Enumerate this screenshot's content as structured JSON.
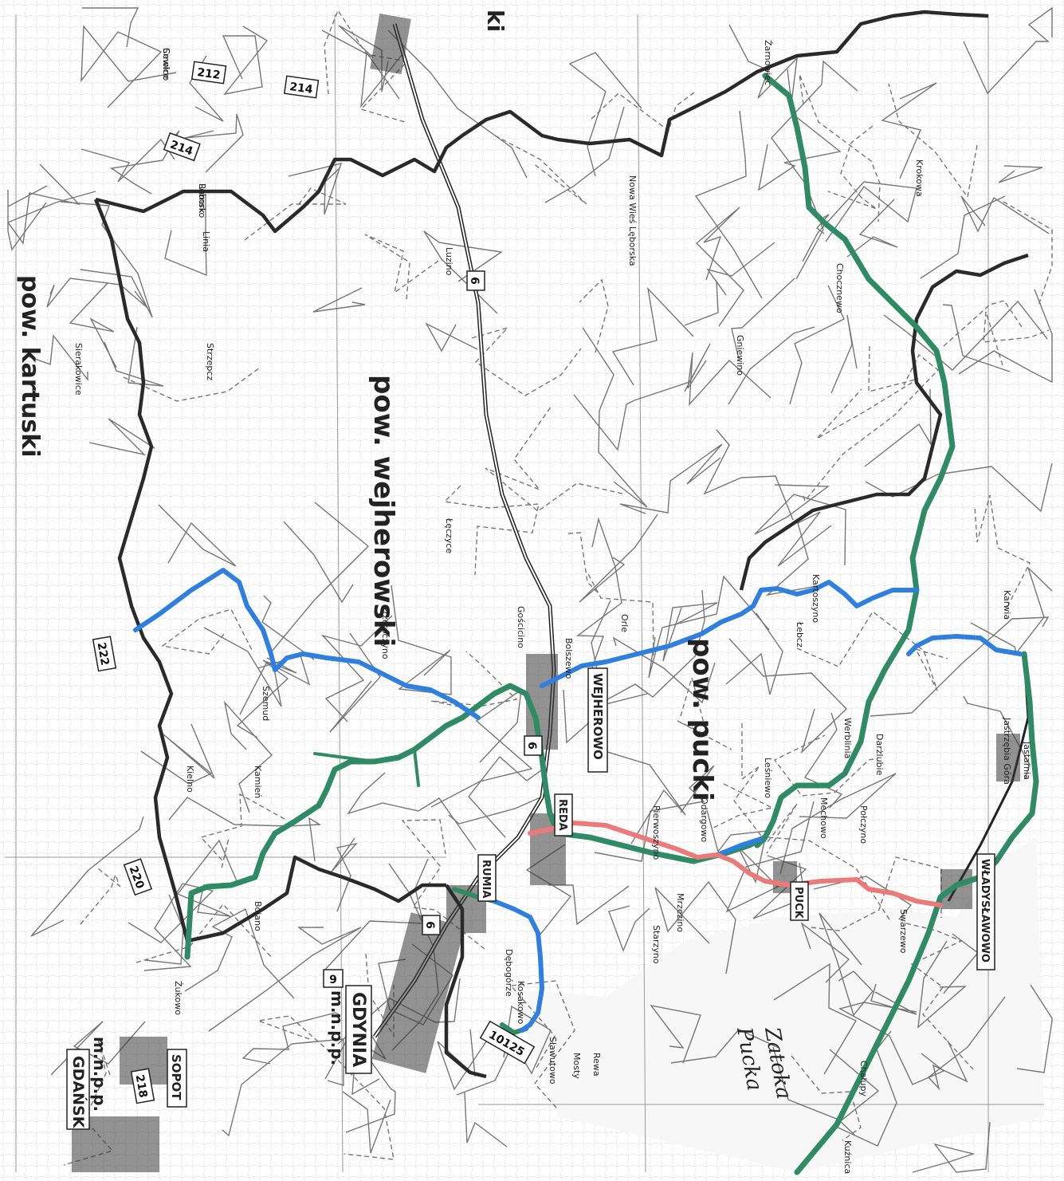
{
  "districts": {
    "wejherowski": "pow. wejherowski",
    "pucki": "pow. pucki",
    "kartuski": "pow. kartuski",
    "wejherowski_top": "ki"
  },
  "cities": {
    "gdynia": "GDYNIA",
    "gdynia_status": "m.n.p.p.",
    "gdansk": "GDAŃSK",
    "gdansk_status": "m.n.p.p.",
    "sopot": "SOPOT",
    "wejherowo": "WEJHEROWO",
    "rumia": "RUMIA",
    "reda": "REDA",
    "puck": "PUCK",
    "wladyslawowo": "WŁADYSŁAWOWO"
  },
  "water": {
    "zatoka": "Zatoka",
    "pucka": "Pucka"
  },
  "roads": {
    "r212": "212",
    "r214": "214",
    "r214b": "214",
    "r6": "6",
    "r6b": "6",
    "r6c": "6",
    "r220": "220",
    "r222": "222",
    "r9": "9",
    "r218": "218",
    "code": "10125"
  },
  "towns": [
    "Cewice",
    "Lębork",
    "Luzino",
    "Gniewino",
    "Krokowa",
    "Chocznewo",
    "Werblinia",
    "Mechowo",
    "Łebcz",
    "Swarzewo",
    "Chałupy",
    "Kuźnica",
    "Jastarnia",
    "Rewa",
    "Mosty",
    "Kosakowo",
    "Dębogórze",
    "Linia",
    "Szemud",
    "Kamień",
    "Bojano",
    "Gościcino",
    "Bolszewo",
    "Orle",
    "Przetoczyno",
    "Sierakowice",
    "Strzepcz",
    "Kielno",
    "Żukowo",
    "Łęczyce",
    "Nowa Wieś Lęborska",
    "Karwia",
    "Jastrzębia Góra",
    "Żarnowiec",
    "Kartoszyno",
    "Odargowo",
    "Leśniewo",
    "Połczyno",
    "Darżlubie",
    "Starzyno",
    "Sławutowo",
    "Mrzezino",
    "Pierwoszyno",
    "Smolno",
    "Rumsko"
  ],
  "colors": {
    "green_route": "#2e8b66",
    "blue_route": "#2f7fe0",
    "red_route": "#ec7a78",
    "border": "#222222",
    "road": "#444444",
    "paper": "#ffffff"
  }
}
